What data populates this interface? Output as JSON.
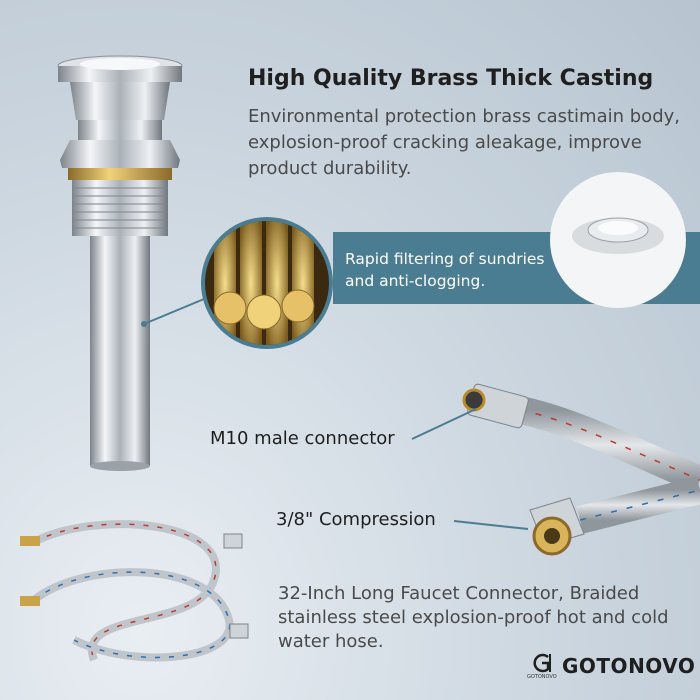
{
  "headline": "High Quality Brass Thick Casting",
  "description": "Environmental protection brass castimain body, explosion-proof cracking aleakage, improve product durability.",
  "callout": {
    "text": "Rapid filtering of sundries and anti-clogging."
  },
  "labels": {
    "m10": "M10 male connector",
    "compression": "3/8\" Compression"
  },
  "hose_description": "32-Inch Long Faucet Connector, Braided stainless steel explosion-proof hot and cold water hose.",
  "brand": {
    "name": "GOTONOVO",
    "logo_text": "GOTONOVO"
  },
  "colors": {
    "callout_bg": "#4a7c92",
    "brass": "#c9a24a",
    "chrome": "#c9ced3"
  }
}
